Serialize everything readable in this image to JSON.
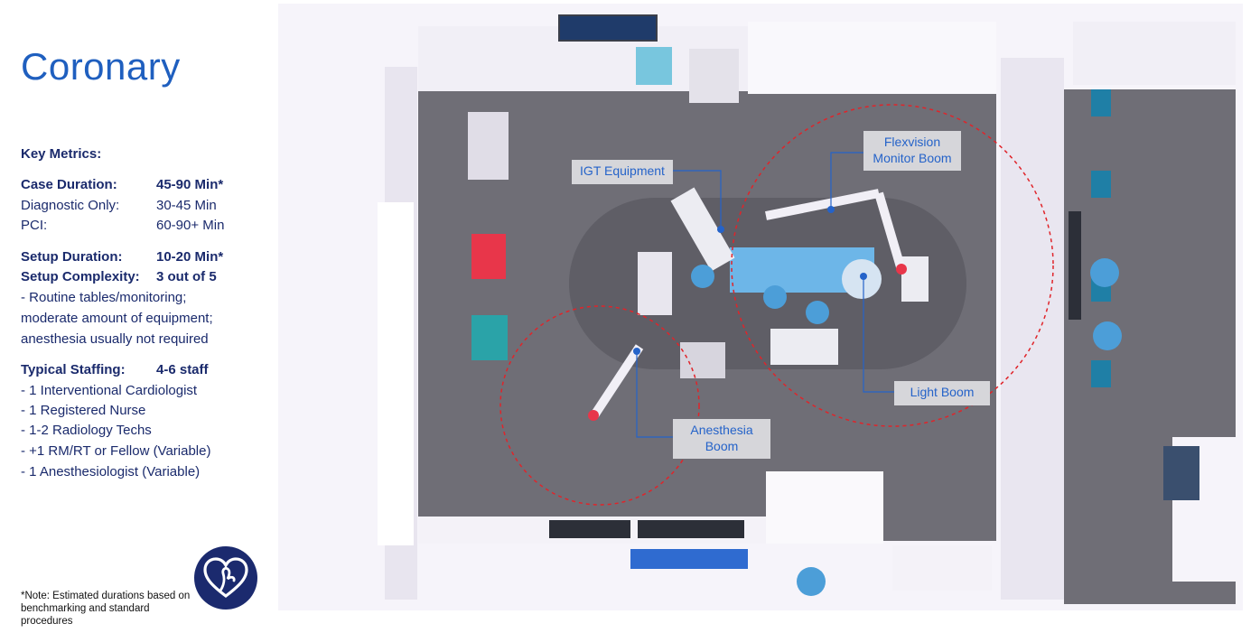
{
  "title": "Coronary",
  "key_metrics": {
    "heading": "Key Metrics:",
    "case_duration": {
      "label": "Case Duration:",
      "value": "45-90 Min*"
    },
    "diagnostic_only": {
      "label": "Diagnostic Only:",
      "value": "30-45 Min"
    },
    "pci": {
      "label": "PCI:",
      "value": "60-90+ Min"
    },
    "setup_duration": {
      "label": "Setup Duration:",
      "value": "10-20 Min*"
    },
    "setup_complexity": {
      "label": "Setup Complexity:",
      "value": "3 out of 5"
    },
    "complexity_notes": [
      "- Routine tables/monitoring;",
      "moderate amount of equipment;",
      "anesthesia usually not required"
    ],
    "typical_staffing": {
      "label": "Typical Staffing:",
      "value": "4-6 staff"
    },
    "staff": [
      "- 1 Interventional Cardiologist",
      "- 1 Registered Nurse",
      "- 1-2 Radiology Techs",
      "- +1 RM/RT or Fellow (Variable)",
      "- 1 Anesthesiologist (Variable)"
    ]
  },
  "note": "*Note:  Estimated durations based on benchmarking and standard procedures",
  "callouts": {
    "igt_equipment": "IGT Equipment",
    "flexvision_line1": "Flexvision",
    "flexvision_line2": "Monitor Boom",
    "light_boom": "Light Boom",
    "anesthesia_line1": "Anesthesia",
    "anesthesia_line2": "Boom"
  },
  "colors": {
    "accent_blue": "#1f5fbf",
    "navy": "#1a2a6c",
    "callout_bg": "#d6d6da",
    "dashed_red": "#e0242a",
    "floor": "#6f6e76",
    "wall": "#f4f2f8"
  },
  "icons": {
    "logo": "heart-hand-logo-icon"
  }
}
